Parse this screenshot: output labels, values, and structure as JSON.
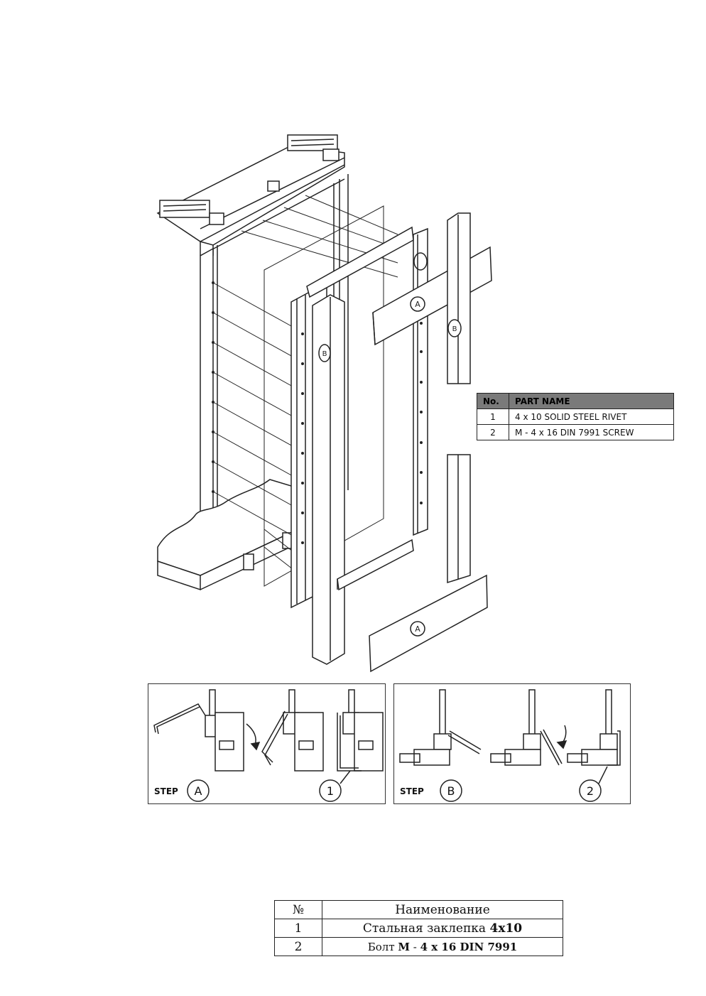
{
  "parts_table_en": {
    "headers": [
      "No.",
      "PART NAME"
    ],
    "rows": [
      {
        "no": "1",
        "name": "4 x 10 SOLID STEEL RIVET"
      },
      {
        "no": "2",
        "name": "M - 4 x 16 DIN 7991 SCREW"
      }
    ]
  },
  "callouts": {
    "panel_a": "A",
    "post_b": "B",
    "rivet": "1",
    "screw": "2"
  },
  "steps": {
    "step_word": "STEP",
    "a": {
      "letter": "A",
      "callout": "1"
    },
    "b": {
      "letter": "B",
      "callout": "2"
    }
  },
  "parts_table_ru": {
    "headers": [
      "№",
      "Наименование"
    ],
    "rows": [
      {
        "no": "1",
        "name_plain": "Стальная заклепка ",
        "name_bold": "4x10"
      },
      {
        "no": "2",
        "name_plain": "Болт ",
        "name_bold": "M",
        "name_plain2": " - ",
        "name_bold2": "4 x 16 DIN 7991"
      }
    ]
  }
}
